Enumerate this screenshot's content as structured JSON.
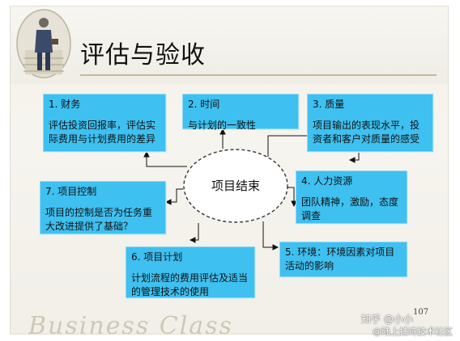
{
  "title": "评估与验收",
  "center": "项目结束",
  "boxes": {
    "finance": {
      "title": "1. 财务",
      "body": "评估投资回报率，评估实际费用与计划费用的差异"
    },
    "time": {
      "title": "2. 时间",
      "body": "与计划的一致性"
    },
    "quality": {
      "title": "3. 质量",
      "body": "项目输出的表现水平，投资者和客户对质量的感受"
    },
    "hr": {
      "title": "4. 人力资源",
      "body": "团队精神，激励，态度调查"
    },
    "env": {
      "title": "5. 环境：环境因素对项目活动的影响"
    },
    "plan": {
      "title": "6. 项目计划",
      "body": "计划流程的费用评估及适当的管理技术的使用"
    },
    "control": {
      "title": "7. 项目控制",
      "body": "项目的控制是否为任务重大改进提供了基础？"
    }
  },
  "page_number": "107",
  "footer_script": "Business Class",
  "watermark": {
    "line1": "知乎 @小小",
    "line2": "@陆上捕诗技术社区"
  },
  "colors": {
    "box": "#3ec0f0",
    "title_line": "#c4b89a"
  }
}
